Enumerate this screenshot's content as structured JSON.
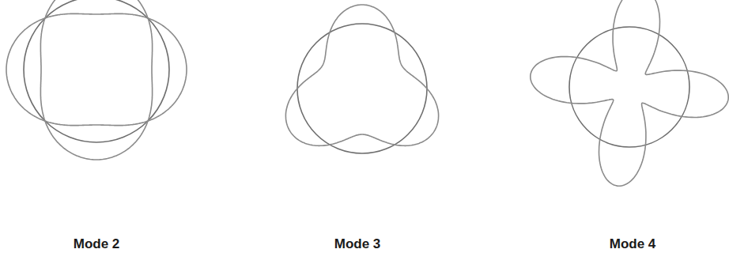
{
  "diagram": {
    "labels": [
      "Mode 2",
      "Mode 3",
      "Mode 4"
    ]
  }
}
